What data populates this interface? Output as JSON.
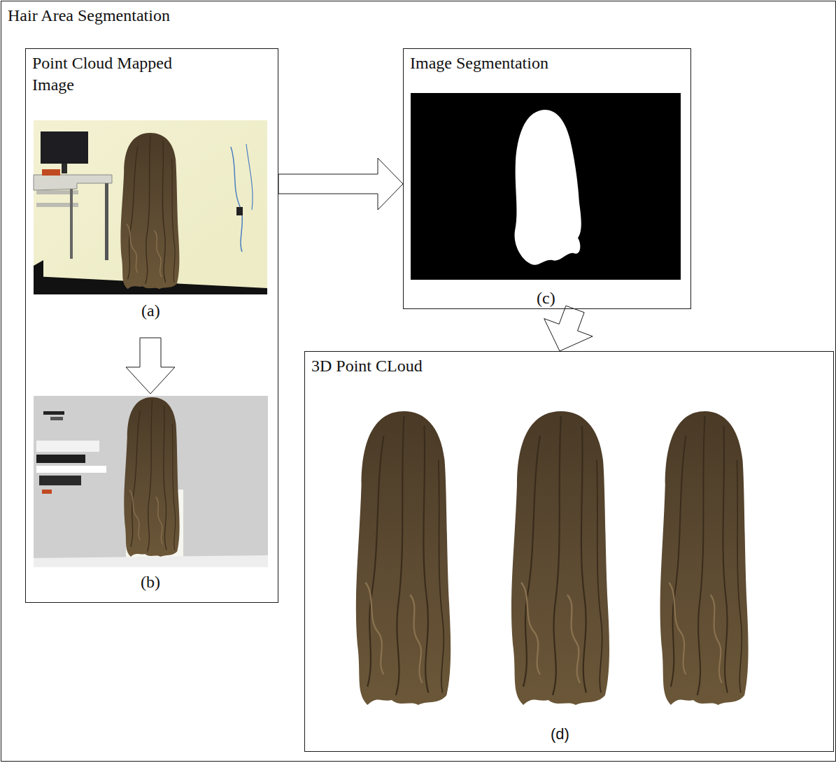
{
  "diagram": {
    "nodes": [
      {
        "text": [
          "Hair Area Segmentation"
        ]
      },
      {
        "text": [
          "Point Cloud Mapped Image"
        ],
        "in": 0
      },
      {
        "text": [
          "Image Segmentation"
        ],
        "in": 0
      },
      {
        "text": [
          "3D Point CLoud"
        ],
        "in": 0
      }
    ],
    "edges": [
      {
        "from": 1,
        "to": 2,
        "arrow": "to"
      },
      {
        "from": 2,
        "to": 3,
        "arrow": "to"
      }
    ],
    "labels": [
      "(a)",
      "(b)",
      "(c)",
      "(d)"
    ]
  }
}
